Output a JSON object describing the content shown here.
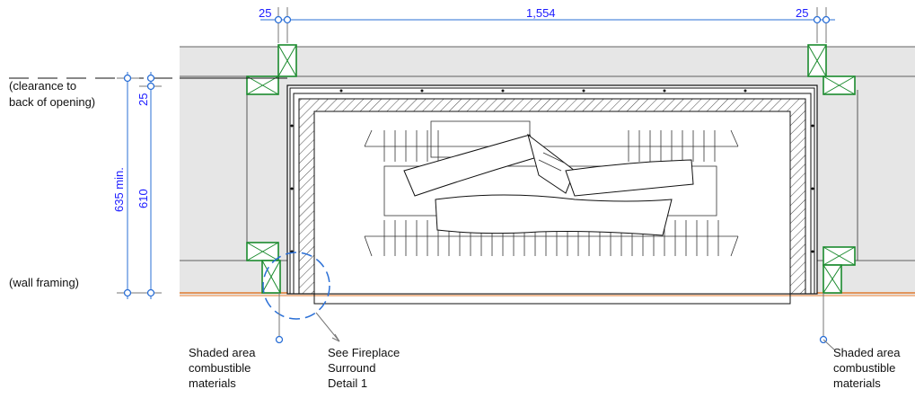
{
  "dimensions": {
    "left_gap": "25",
    "opening_width": "1,554",
    "right_gap": "25",
    "top_clearance": "25",
    "total_depth": "635 min.",
    "inner_depth": "610"
  },
  "labels": {
    "clearance": [
      "(clearance to",
      "back of opening)"
    ],
    "wall_framing": "(wall framing)",
    "left_note": [
      "Shaded area",
      "combustible",
      "materials"
    ],
    "center_note": [
      "See Fireplace",
      "Surround",
      "Detail 1"
    ],
    "right_note": [
      "Shaded area",
      "combustible",
      "materials"
    ]
  },
  "colors": {
    "dimension_blue": "#1a1aff",
    "framing_green": "#1b8a2e",
    "floor_orange": "#e07a2e",
    "shaded_gray": "#e6e6e6"
  }
}
